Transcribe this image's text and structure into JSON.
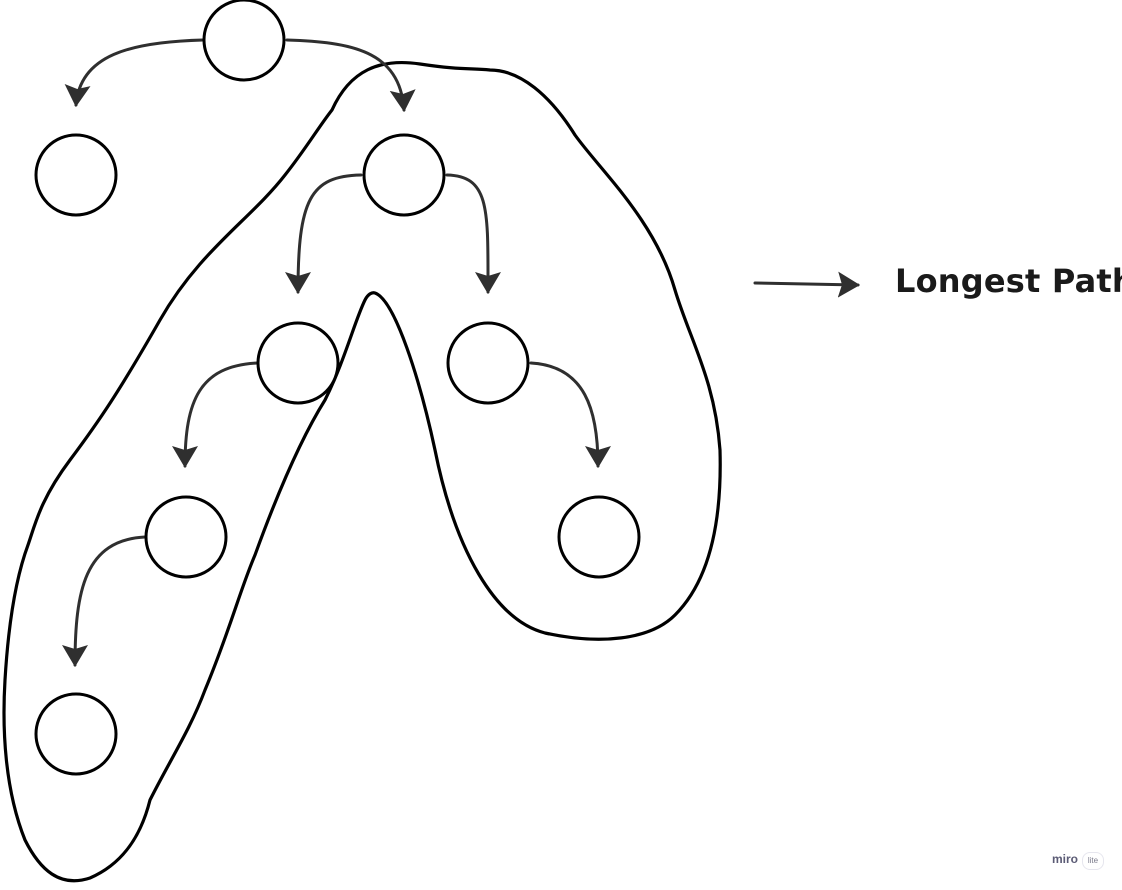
{
  "legend": {
    "label": "Longest Path"
  },
  "watermark": {
    "brand": "miro",
    "tag": "lite"
  },
  "colors": {
    "stroke": "#2f2f2f",
    "outline": "#000000",
    "background": "#ffffff"
  },
  "tree": {
    "nodes": [
      "root",
      "left-child",
      "right-child",
      "rl",
      "rr",
      "rll",
      "rrr",
      "rlll"
    ],
    "edges": [
      [
        "root",
        "left-child"
      ],
      [
        "root",
        "right-child"
      ],
      [
        "right-child",
        "rl"
      ],
      [
        "right-child",
        "rr"
      ],
      [
        "rl",
        "rll"
      ],
      [
        "rr",
        "rrr"
      ],
      [
        "rll",
        "rlll"
      ]
    ],
    "longest_path": [
      "rlll",
      "rll",
      "rl",
      "right-child",
      "rr",
      "rrr"
    ]
  }
}
